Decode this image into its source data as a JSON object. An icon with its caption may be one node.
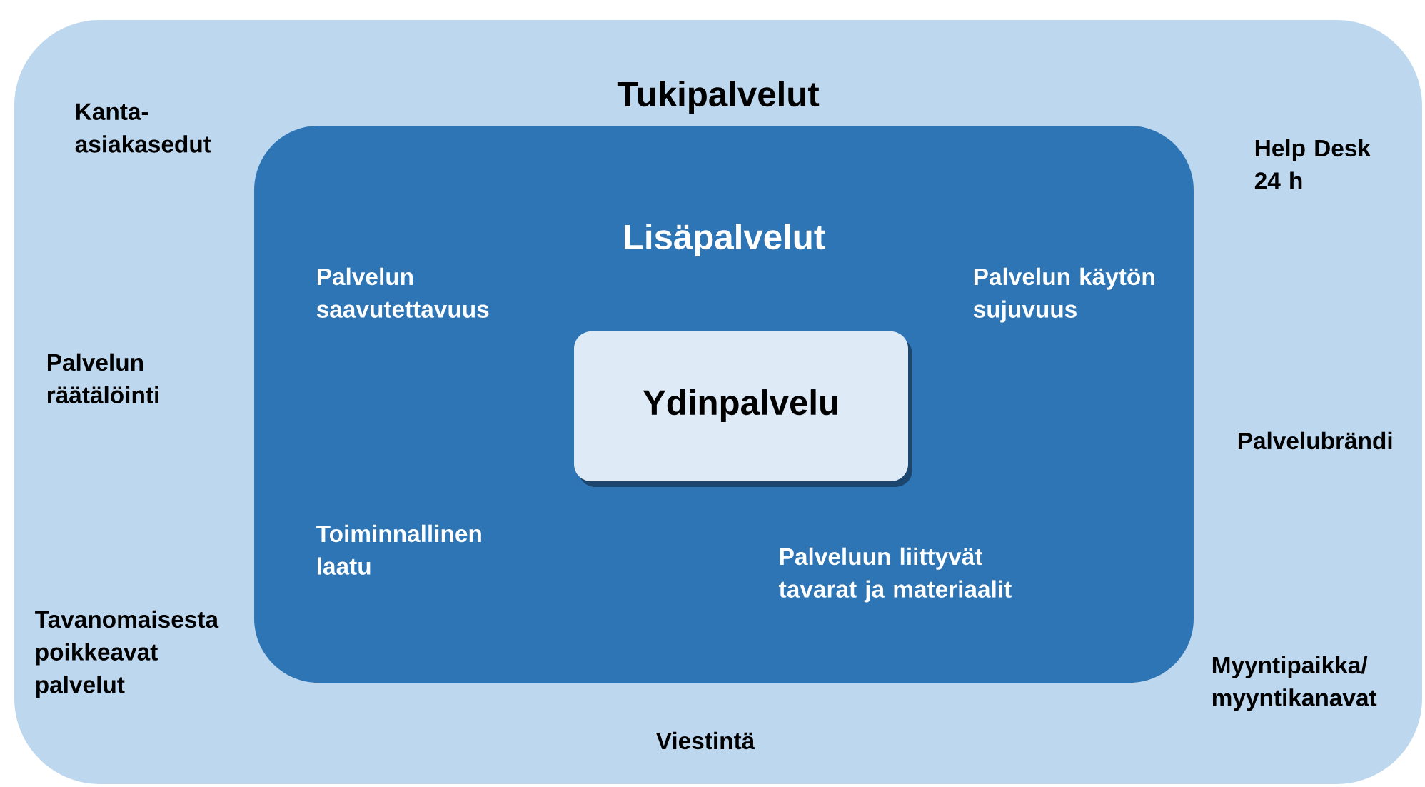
{
  "diagram": {
    "nodes": [
      {
        "text": [
          "Tukipalvelut"
        ]
      },
      {
        "text": [
          "Lisäpalvelut"
        ],
        "in": 0
      },
      {
        "text": [
          "Ydinpalvelu"
        ],
        "in": 1
      }
    ],
    "labels": [
      "Kanta-asiakasedut",
      "Help Desk 24 h",
      "Palvelun saavutettavuus",
      "Palvelun käytön sujuvuus",
      "Palvelun räätälöinti",
      "Palvelubrändi",
      "Toiminnallinen laatu",
      "Palveluun liittyvät tavarat ja materiaalit",
      "Tavanomaisesta poikkeavat palvelut",
      "Myyntipaikka/ myyntikanavat",
      "Viestintä"
    ]
  }
}
